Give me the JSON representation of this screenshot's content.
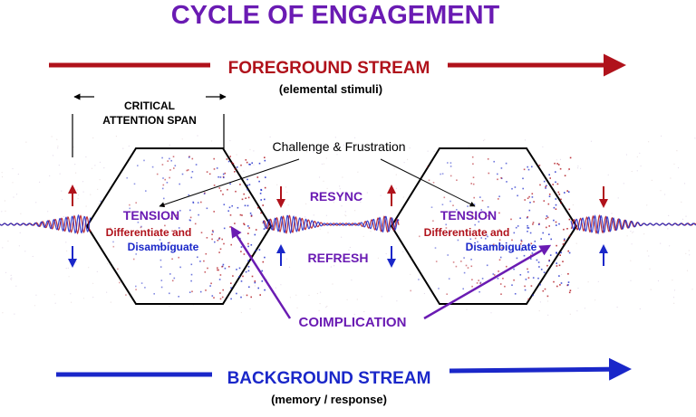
{
  "title": "CYCLE OF ENGAGEMENT",
  "foreground": {
    "label": "FOREGROUND STREAM",
    "sub": "(elemental stimuli)"
  },
  "background": {
    "label": "BACKGROUND STREAM",
    "sub": "(memory / response)"
  },
  "critical": {
    "line1": "CRITICAL",
    "line2": "ATTENTION SPAN"
  },
  "challenge": "Challenge & Frustration",
  "resync": "RESYNC",
  "refresh": "REFRESH",
  "coimplication": "COIMPLICATION",
  "hexagons": [
    {
      "tension": "TENSION",
      "line1": "Differentiate and",
      "line2": "Disambiguate"
    },
    {
      "tension": "TENSION",
      "line1": "Differentiate and",
      "line2": "Disambiguate"
    }
  ],
  "colors": {
    "purple": "#6a1bb3",
    "red": "#b0121b",
    "blue": "#1a27c9",
    "darkblue": "#1a237e",
    "black": "#000000"
  }
}
